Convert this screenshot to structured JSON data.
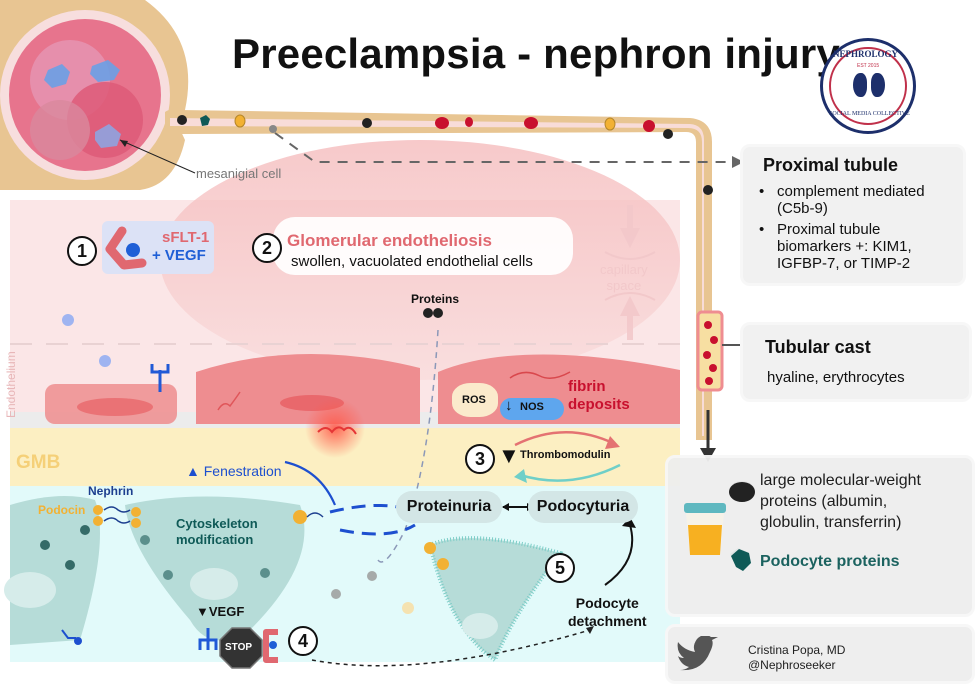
{
  "title": "Preeclampsia - nephron injury",
  "logo": {
    "top_text": "NEPHROLOGY",
    "est": "EST 2015",
    "bottom_text": "SOCIAL MEDIA COLLECTIVE"
  },
  "glomerulus": {
    "mesangial_label": "mesanigial cell"
  },
  "steps": {
    "s1": {
      "number": "1",
      "sflt": "sFLT-1",
      "vegf": "+ VEGF"
    },
    "s2": {
      "number": "2",
      "heading": "Glomerular endotheliosis",
      "detail": "swollen, vacuolated endothelial cells"
    },
    "s3": {
      "number": "3",
      "label": "Thrombomodulin"
    },
    "s4": {
      "number": "4",
      "vegf": "VEGF",
      "stop": "STOP"
    },
    "s5": {
      "number": "5",
      "label_line1": "Podocyte",
      "label_line2": "detachment"
    }
  },
  "layers": {
    "endothelium": "Endothelium",
    "gmb": "GMB",
    "capillary_space_line1": "capillary",
    "capillary_space_line2": "space"
  },
  "labels": {
    "proteins": "Proteins",
    "ros": "ROS",
    "nos": "NOS",
    "fibrin_line1": "fibrin",
    "fibrin_line2": "deposits",
    "fenestration": "Fenestration",
    "nephrin": "Nephrin",
    "podocin": "Podocin",
    "cytoskeleton_line1": "Cytoskeleton",
    "cytoskeleton_line2": "modification",
    "proteinuria": "Proteinuria",
    "podocyturia": "Podocyturia"
  },
  "proximal_tubule": {
    "heading": "Proximal tubule",
    "bullets": [
      {
        "line1": "complement mediated",
        "line2": "(C5b-9)"
      },
      {
        "line1": "Proximal tubule",
        "line2": "biomarkers +: KIM1,",
        "line3": "IGFBP-7, or TIMP-2"
      }
    ]
  },
  "tubular_cast": {
    "heading": "Tubular cast",
    "detail": "hyaline, erythrocytes"
  },
  "urine": {
    "line1": "large molecular-weight",
    "line2": "proteins (albumin,",
    "line3": "globulin, transferrin)",
    "podocyte_proteins": "Podocyte proteins"
  },
  "author": {
    "name": "Cristina Popa, MD",
    "handle": "@Nephroseeker"
  },
  "colors": {
    "sflt_red": "#e06870",
    "vegf_blue": "#1f5fd6",
    "fibrin_red": "#c8102e",
    "podocyte_teal": "#0f5a57",
    "podocin_orange": "#f2b133",
    "nephrin_navy": "#1d3f8f",
    "gmb_yellow": "#f5d078"
  }
}
